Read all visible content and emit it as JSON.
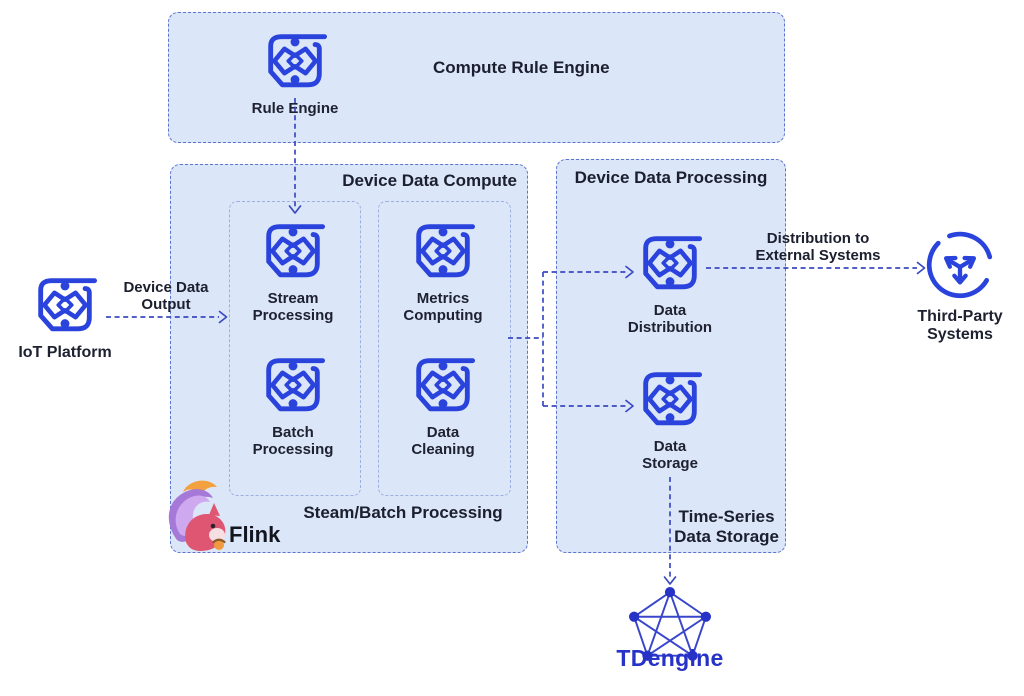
{
  "colors": {
    "icon_blue": "#2a43dc",
    "box_fill": "#dbe6f8",
    "box_border": "#5b74cf",
    "inner_border": "#9cafe0",
    "arrow": "#3a49c0",
    "text": "#1b1f2e",
    "tdengine_blue": "#2733c6",
    "flink_body_pink": "#df5672",
    "flink_tail_purple": "#a678d8",
    "flink_tuft_orange": "#f2a13f"
  },
  "top_box": {
    "title": "Compute Rule Engine"
  },
  "compute_box": {
    "title": "Device Data Compute",
    "caption": "Steam/Batch Processing"
  },
  "processing_box": {
    "title": "Device Data Processing",
    "caption": "Time-Series\nData Storage"
  },
  "nodes": {
    "rule_engine": "Rule Engine",
    "stream_processing": "Stream\nProcessing",
    "metrics_computing": "Metrics\nComputing",
    "batch_processing": "Batch\nProcessing",
    "data_cleaning": "Data\nCleaning",
    "data_distribution": "Data\nDistribution",
    "data_storage": "Data\nStorage",
    "iot_platform": "IoT Platform",
    "third_party_systems": "Third-Party\nSystems"
  },
  "edges": {
    "device_data_output": "Device Data\nOutput",
    "distribution_external": "Distribution to\nExternal Systems"
  },
  "logos": {
    "flink": "Flink",
    "tdengine": "TDengine"
  },
  "icons": {
    "platform": "platform-node-icon",
    "third_party": "hub-circle-icon",
    "tdengine": "mesh-network-icon",
    "flink": "flink-squirrel-icon"
  }
}
